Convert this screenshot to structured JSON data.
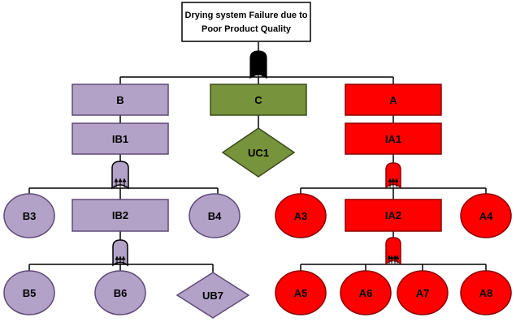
{
  "top_event": {
    "line1": "Drying system Failure due to",
    "line2": "Poor Product Quality"
  },
  "events": {
    "B": "B",
    "C": "C",
    "A": "A",
    "IB1": "IB1",
    "IA1": "IA1",
    "UC1": "UC1",
    "IB2": "IB2",
    "IA2": "IA2",
    "B3": "B3",
    "B4": "B4",
    "A3": "A3",
    "A4": "A4",
    "B5": "B5",
    "B6": "B6",
    "UB7": "UB7",
    "A5": "A5",
    "A6": "A6",
    "A7": "A7",
    "A8": "A8"
  },
  "colors": {
    "purple_fill": "#b3a2c7",
    "purple_stroke": "#5f4a7a",
    "green_fill": "#77933c",
    "green_stroke": "#3b4a1d",
    "red_fill": "#ff0000",
    "red_stroke": "#8b0000",
    "gate_black": "#000000",
    "line": "#000000"
  },
  "gate_type": "or-gate"
}
